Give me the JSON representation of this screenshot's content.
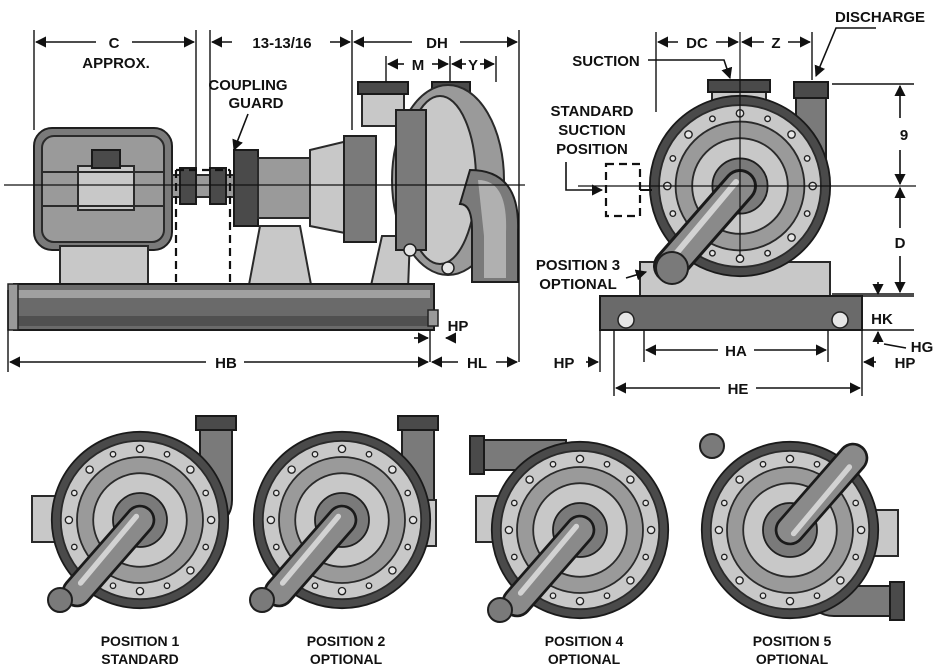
{
  "side_view": {
    "dim_c": "C",
    "dim_c_note": "APPROX.",
    "dim_shaft": "13-13/16",
    "dim_dh": "DH",
    "dim_m": "M",
    "dim_y": "Y",
    "coupling_guard_1": "COUPLING",
    "coupling_guard_2": "GUARD",
    "dim_hp": "HP",
    "dim_hb": "HB",
    "dim_hl": "HL"
  },
  "end_view": {
    "discharge": "DISCHARGE",
    "suction": "SUCTION",
    "dim_dc": "DC",
    "dim_z": "Z",
    "std_suction_1": "STANDARD",
    "std_suction_2": "SUCTION",
    "std_suction_3": "POSITION",
    "dim_9": "9",
    "dim_d": "D",
    "pos3_1": "POSITION 3",
    "pos3_2": "OPTIONAL",
    "dim_hk": "HK",
    "dim_hg": "HG",
    "dim_hp_left": "HP",
    "dim_hp_right": "HP",
    "dim_ha": "HA",
    "dim_he": "HE"
  },
  "positions": [
    {
      "line1": "POSITION 1",
      "line2": "STANDARD"
    },
    {
      "line1": "POSITION 2",
      "line2": "OPTIONAL"
    },
    {
      "line1": "POSITION 4",
      "line2": "OPTIONAL"
    },
    {
      "line1": "POSITION 5",
      "line2": "OPTIONAL"
    }
  ]
}
